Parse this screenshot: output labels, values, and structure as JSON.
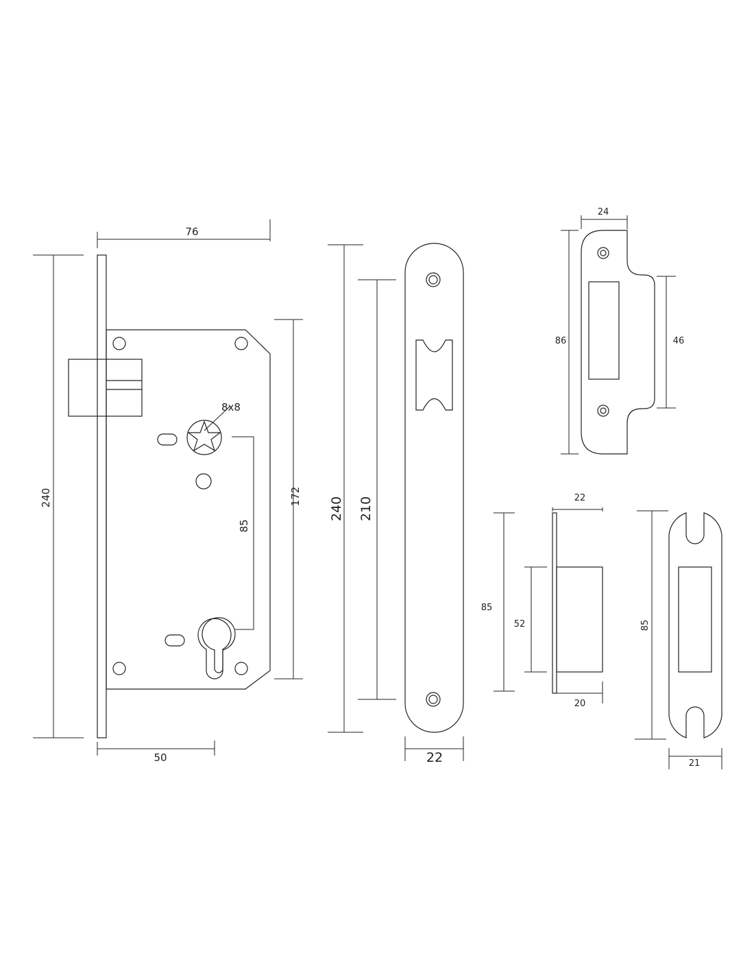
{
  "lock_body": {
    "width_76": "76",
    "height_240": "240",
    "backset_50": "50",
    "case_172": "172",
    "center_85": "85",
    "spindle": "8x8"
  },
  "faceplate": {
    "height_240": "240",
    "screw_210": "210",
    "width_22": "22"
  },
  "strike_top": {
    "width_24": "24",
    "height_86": "86",
    "tab_46": "46"
  },
  "strike_box": {
    "height_85": "85",
    "box_52": "52",
    "width_22": "22",
    "depth_20": "20"
  },
  "strike_plate": {
    "height_85": "85",
    "width_21": "21"
  },
  "colors": {
    "line": "#231f20",
    "background": "#ffffff"
  }
}
